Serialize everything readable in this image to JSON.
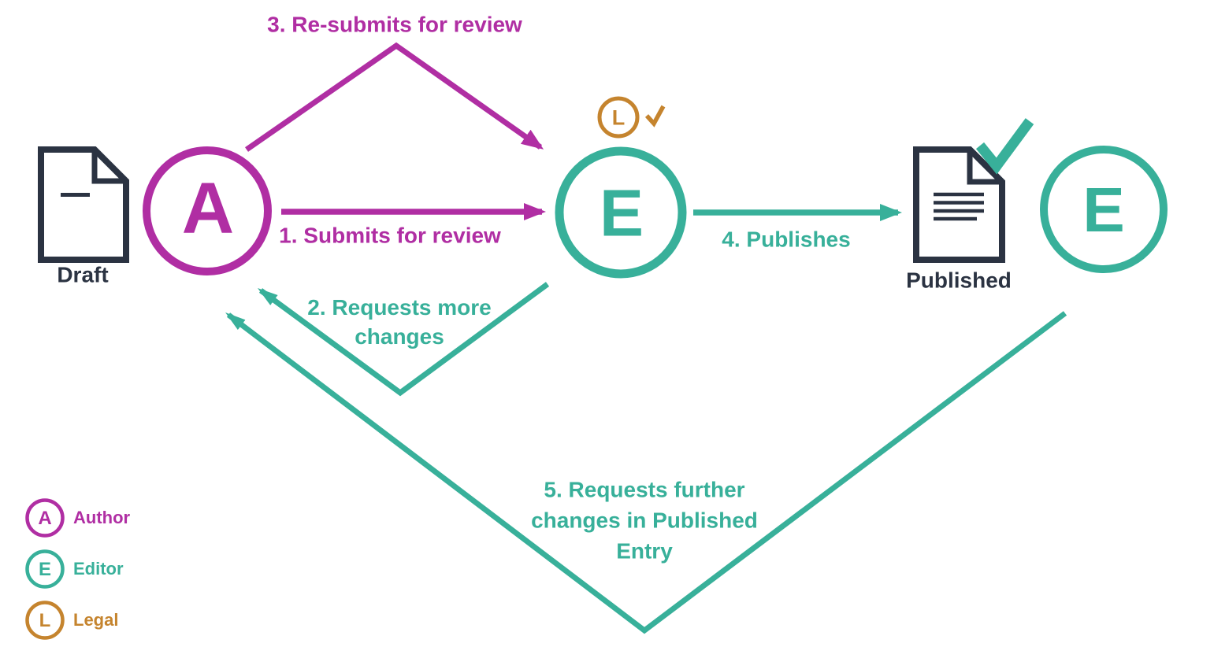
{
  "palette": {
    "magenta": "#b02ea3",
    "teal": "#38b09a",
    "orange": "#c5842e",
    "dark": "#2b3342",
    "background": "#ffffff"
  },
  "nodes": {
    "draft": {
      "label": "Draft",
      "icon": "document-icon"
    },
    "author": {
      "letter": "A"
    },
    "editor": {
      "letter": "E"
    },
    "legal": {
      "letter": "L",
      "status_icon": "check-icon"
    },
    "published": {
      "label": "Published",
      "icon": "document-lines-icon",
      "status_icon": "check-icon"
    },
    "editor_right": {
      "letter": "E"
    }
  },
  "steps": {
    "step1": {
      "label": "1. Submits for review"
    },
    "step2": {
      "lines": [
        "2. Requests more",
        "changes"
      ]
    },
    "step3": {
      "label": "3. Re-submits for review"
    },
    "step4": {
      "label": "4. Publishes"
    },
    "step5": {
      "lines": [
        "5. Requests further",
        "changes in Published",
        "Entry"
      ]
    }
  },
  "legend": {
    "items": [
      {
        "letter": "A",
        "label": "Author",
        "color": "#b02ea3"
      },
      {
        "letter": "E",
        "label": "Editor",
        "color": "#38b09a"
      },
      {
        "letter": "L",
        "label": "Legal",
        "color": "#c5842e"
      }
    ]
  }
}
